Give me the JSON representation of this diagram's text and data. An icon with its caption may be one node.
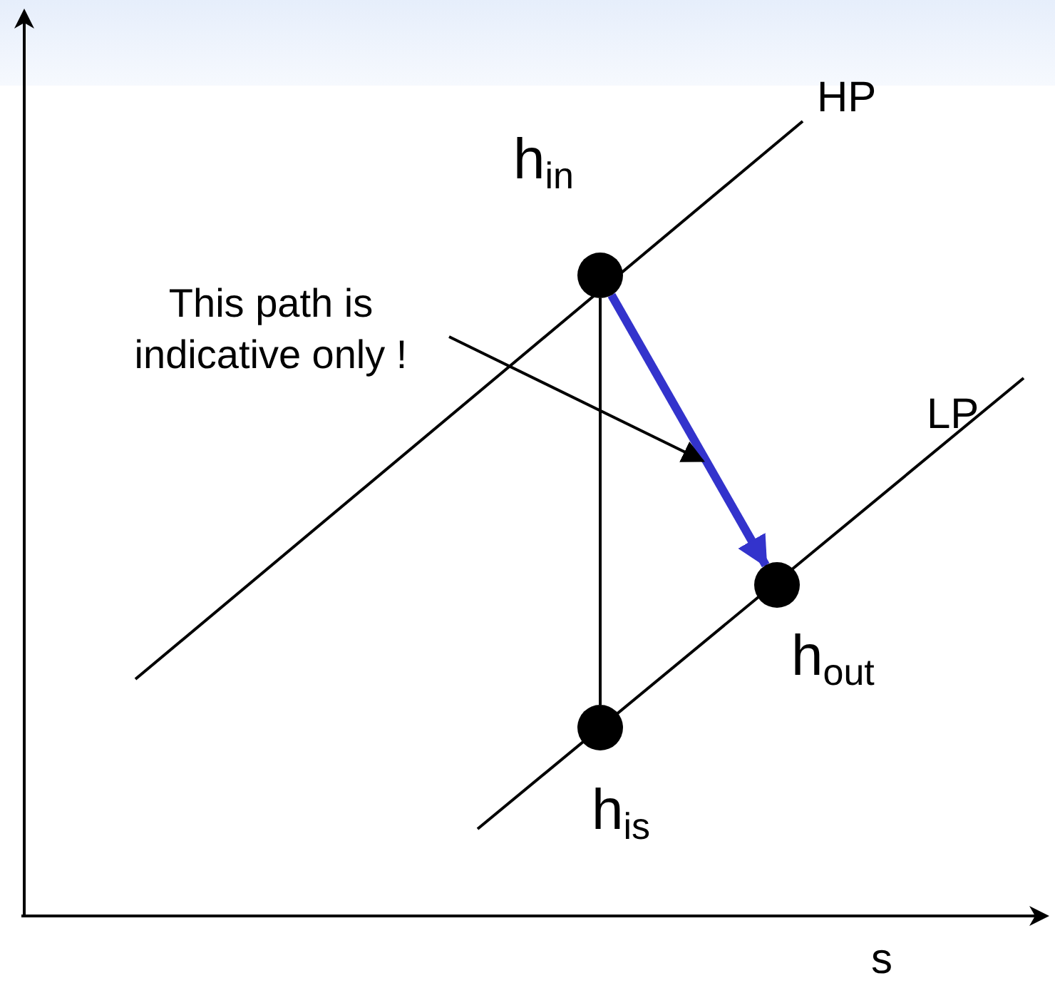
{
  "diagram": {
    "nodes": [
      {
        "text": [
          "This path is indicative only !"
        ]
      },
      {
        "text": [],
        "shape": "circle",
        "beside": [
          "h$_{in}$"
        ]
      },
      {
        "text": [],
        "shape": "circle",
        "beside": [
          "h$_{out}$"
        ]
      },
      {
        "text": [],
        "shape": "circle",
        "beside": [
          "h$_{is}$"
        ]
      }
    ],
    "edges": [
      {
        "from": 1,
        "to": 2,
        "arrow": "to",
        "style": "thick",
        "color": "#3333cc"
      },
      {
        "from": 1,
        "to": 3,
        "arrow": "none"
      },
      {
        "from": 0,
        "to": null,
        "arrow": "to"
      }
    ],
    "labels": [
      "HP",
      "LP",
      "s"
    ]
  }
}
